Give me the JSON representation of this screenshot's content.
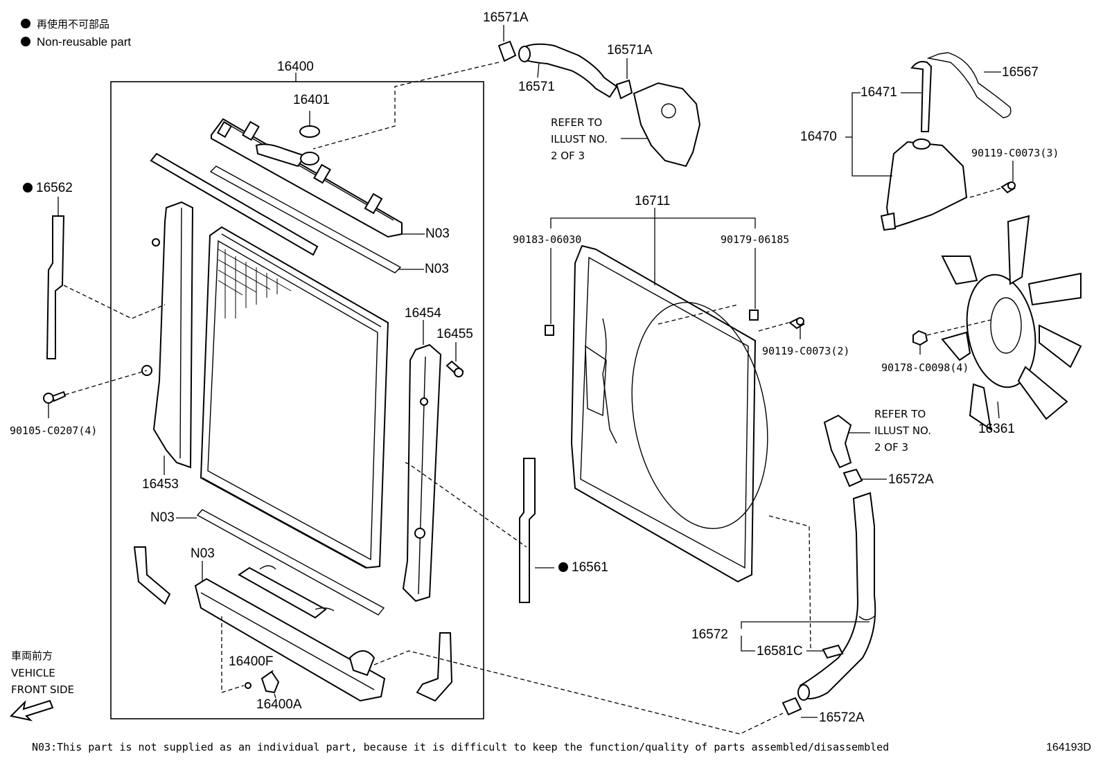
{
  "legend": {
    "ja": "再使用不可部品",
    "en": "Non-reusable part"
  },
  "labels": {
    "p16400": "16400",
    "p16401": "16401",
    "p16562": "16562",
    "p16453": "16453",
    "p16454": "16454",
    "p16455": "16455",
    "p90105": "90105-C0207(4)",
    "n03_a": "N03",
    "n03_b": "N03",
    "n03_c": "N03",
    "n03_d": "N03",
    "p16400f": "16400F",
    "p16400a": "16400A",
    "p16571a_top": "16571A",
    "p16571a_mid": "16571A",
    "p16571": "16571",
    "p16711": "16711",
    "p90183": "90183-06030",
    "p90179": "90179-06185",
    "p90119_2": "90119-C0073(2)",
    "p16561": "16561",
    "p16471": "16471",
    "p16470": "16470",
    "p16567": "16567",
    "p90119_3": "90119-C0073(3)",
    "p90178": "90178-C0098(4)",
    "p16361": "16361",
    "p16572a_top": "16572A",
    "p16572": "16572",
    "p16581c": "16581C",
    "p16572a_bot": "16572A",
    "diagram_id": "164193D"
  },
  "refer_top": [
    "REFER TO",
    "ILLUST NO.",
    "2 OF 3"
  ],
  "refer_right": [
    "REFER TO",
    "ILLUST NO.",
    "2 OF 3"
  ],
  "front": {
    "ja": "車両前方",
    "line1": "VEHICLE",
    "line2": "FRONT SIDE"
  },
  "footnote": "N03:This part is not supplied as an individual part, because it is difficult to keep the function/quality of parts assembled/disassembled"
}
